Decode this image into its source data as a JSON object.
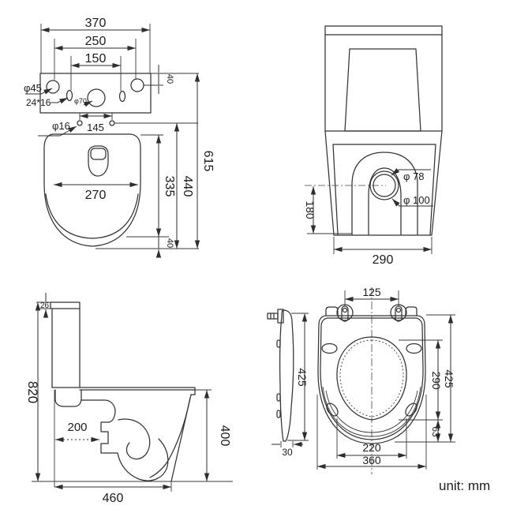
{
  "unit_label": "unit: mm",
  "plan_view": {
    "overall_width": "370",
    "hole_spacing_outer": "250",
    "hole_spacing_inner": "150",
    "hole_row_offset": "40",
    "left_hole_label": "φ45",
    "slot_label": "24*16",
    "flush_hole_label": "φ70",
    "seat_hole_label": "φ16",
    "seat_hole_spacing": "145",
    "bowl_inner_width": "270",
    "bowl_inner_depth": "335",
    "bowl_front_offset": "40",
    "seat_hole_to_front": "440",
    "total_depth": "615"
  },
  "front_view": {
    "outlet_inner_dia": "φ 78",
    "outlet_outer_dia": "φ 100",
    "outlet_center_height": "180",
    "base_width": "290"
  },
  "side_view": {
    "lid_thickness": "26",
    "total_height": "820",
    "outlet_setout": "200",
    "bowl_height": "400",
    "base_depth": "460"
  },
  "seat_view": {
    "hinge_hole_spacing": "125",
    "side_length": "425",
    "side_thickness": "30",
    "opening_length": "290",
    "total_length": "425",
    "rear_to_opening": "63",
    "opening_width": "220",
    "total_width": "360"
  }
}
